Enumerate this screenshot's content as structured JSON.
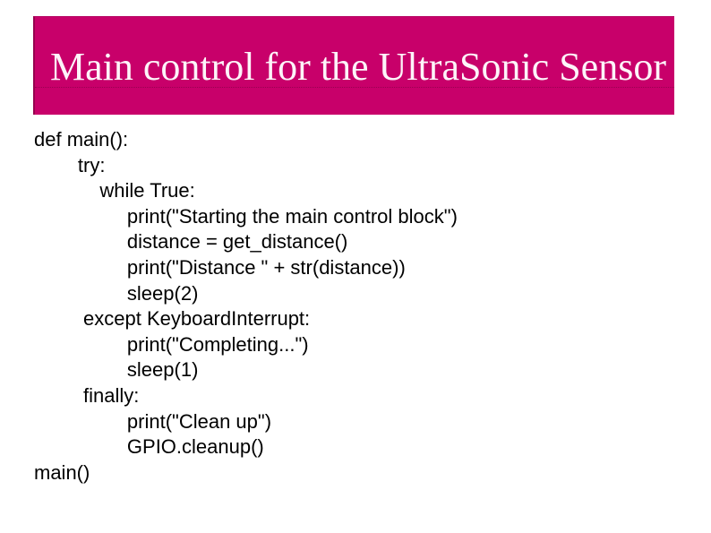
{
  "slide": {
    "title": "Main control for the UltraSonic Sensor"
  },
  "colors": {
    "banner_background": "#C8006A",
    "banner_border": "#5A002D",
    "title_text": "#FDF4F9",
    "code_text": "#000000",
    "page_background": "#FFFFFF"
  },
  "code": {
    "language": "python",
    "lines": [
      "def main():",
      "        try:",
      "            while True:",
      "                 print(\"Starting the main control block\")",
      "                 distance = get_distance()",
      "                 print(\"Distance \" + str(distance))",
      "                 sleep(2)",
      "         except KeyboardInterrupt:",
      "                 print(\"Completing...\")",
      "                 sleep(1)",
      "         finally:",
      "                 print(\"Clean up\")",
      "                 GPIO.cleanup()",
      "main()"
    ]
  }
}
